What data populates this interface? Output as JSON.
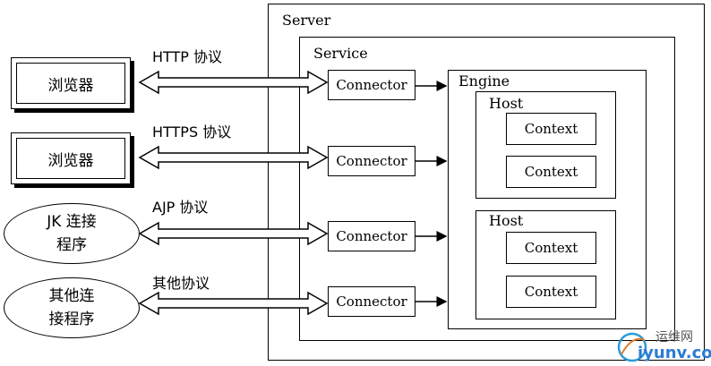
{
  "server": {
    "label": "Server"
  },
  "service": {
    "label": "Service"
  },
  "engine": {
    "label": "Engine"
  },
  "hosts": [
    {
      "label": "Host",
      "contexts": [
        "Context",
        "Context"
      ]
    },
    {
      "label": "Host",
      "contexts": [
        "Context",
        "Context"
      ]
    }
  ],
  "connectors": [
    "Connector",
    "Connector",
    "Connector",
    "Connector"
  ],
  "clients": [
    {
      "label": "浏览器",
      "protocol": "HTTP 协议"
    },
    {
      "label": "浏览器",
      "protocol": "HTTPS 协议"
    },
    {
      "label": "JK 连接\n程序",
      "protocol": "AJP 协议"
    },
    {
      "label": "其他连\n接程序",
      "protocol": "其他协议"
    }
  ],
  "watermark": {
    "title": "运维网",
    "url": "iyunv.com"
  }
}
